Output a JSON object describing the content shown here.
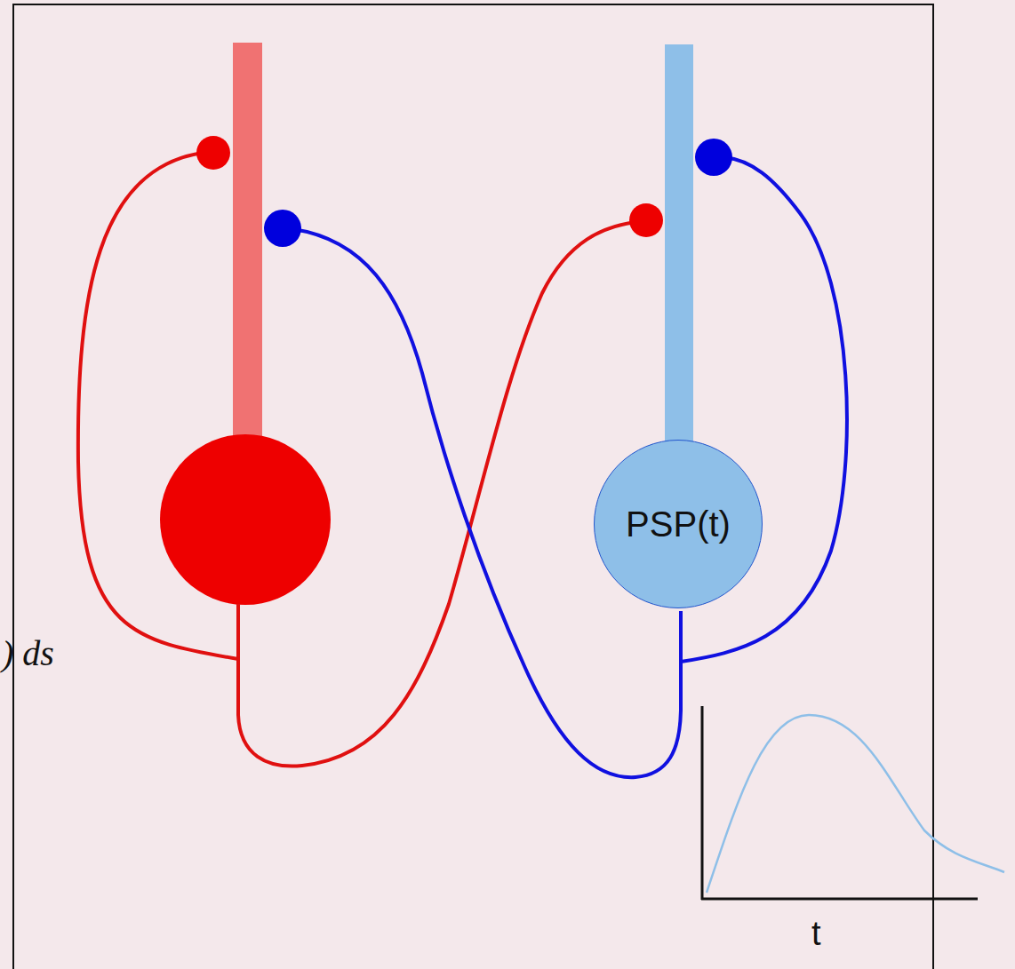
{
  "diagram": {
    "nodes": [
      {
        "text": [
          "PSP(t)"
        ]
      }
    ],
    "labels": [
      "t",
      ") ds"
    ]
  }
}
